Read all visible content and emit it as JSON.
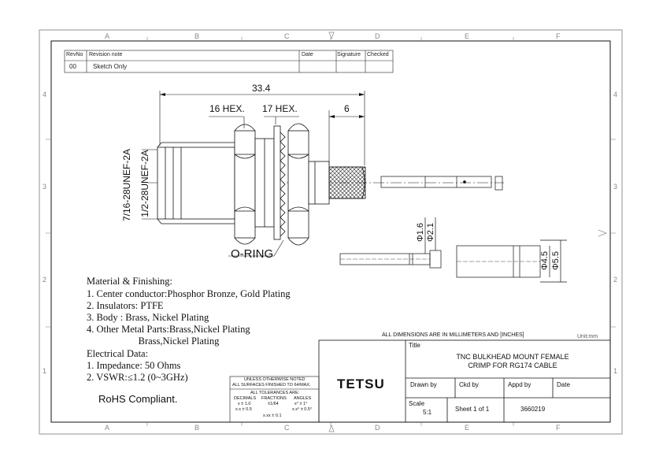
{
  "zones": {
    "columns": [
      "A",
      "B",
      "C",
      "D",
      "E",
      "F"
    ],
    "rows": [
      "4",
      "3",
      "2",
      "1"
    ]
  },
  "revision_table": {
    "headers": [
      "RevNo",
      "Revision note",
      "Date",
      "Signature",
      "Checked"
    ],
    "rows": [
      [
        "00",
        "Sketch Only",
        "",
        "",
        ""
      ]
    ]
  },
  "dimensions": {
    "overall_length": "33.4",
    "hex1": "16 HEX.",
    "hex2": "17 HEX.",
    "crimp_length": "6",
    "thread_outer": "7/16-28UNEF-2A",
    "thread_inner": "1/2-28UNEF-2A",
    "oring": "O-RING",
    "pin_d1": "Φ1.6",
    "pin_d2": "Φ2.1",
    "ferrule_d1": "Φ4.5",
    "ferrule_d2": "Φ5.5"
  },
  "notes": {
    "material_heading": "Material & Finishing:",
    "material_items": [
      "1. Center conductor:Phosphor Bronze, Gold Plating",
      "2. Insulators: PTFE",
      "3. Body : Brass, Nickel Plating",
      "4. Other Metal Parts:Brass,Nickel Plating",
      "                     Brass,Nickel Plating"
    ],
    "electrical_heading": "Electrical Data:",
    "electrical_items": [
      "1. Impedance: 50 Ohms",
      "2. VSWR:≤1.2 (0~3GHz)"
    ],
    "rohs": "RoHS Compliant."
  },
  "tolerance_block": {
    "line1": "UNLESS OTHERWISE NOTED",
    "line2": "ALL SURFACES FINISHED TO 64/MAX.",
    "line3": "ALL TOLERANCES ARE:",
    "col_decimals": "DECIMALS",
    "col_fractions": "FRACTIONS",
    "col_angles": "ANGLES",
    "dec1": "x ± 1.0",
    "dec2": "x.x ± 0.5",
    "dec3": "x.xx ± 0.1",
    "frac1": "±1/64",
    "ang1": "x° ± 1°",
    "ang2": "x.x° ± 0.5°"
  },
  "title_block": {
    "units_note": "ALL DIMENSIONS ARE IN MILLIMETERS AND [INCHES]",
    "unit": "Unit:mm",
    "title_label": "Title",
    "title_line1": "TNC BULKHEAD MOUNT FEMALE",
    "title_line2": "CRIMP FOR RG174 CABLE",
    "company": "TETSU",
    "drawn_by_label": "Drawn by",
    "ckd_by_label": "Ckd by",
    "appd_by_label": "Appd by",
    "date_label": "Date",
    "scale_label": "Scale",
    "scale_value": "5:1",
    "sheet": "Sheet 1 of 1",
    "drawing_number": "3660219"
  }
}
